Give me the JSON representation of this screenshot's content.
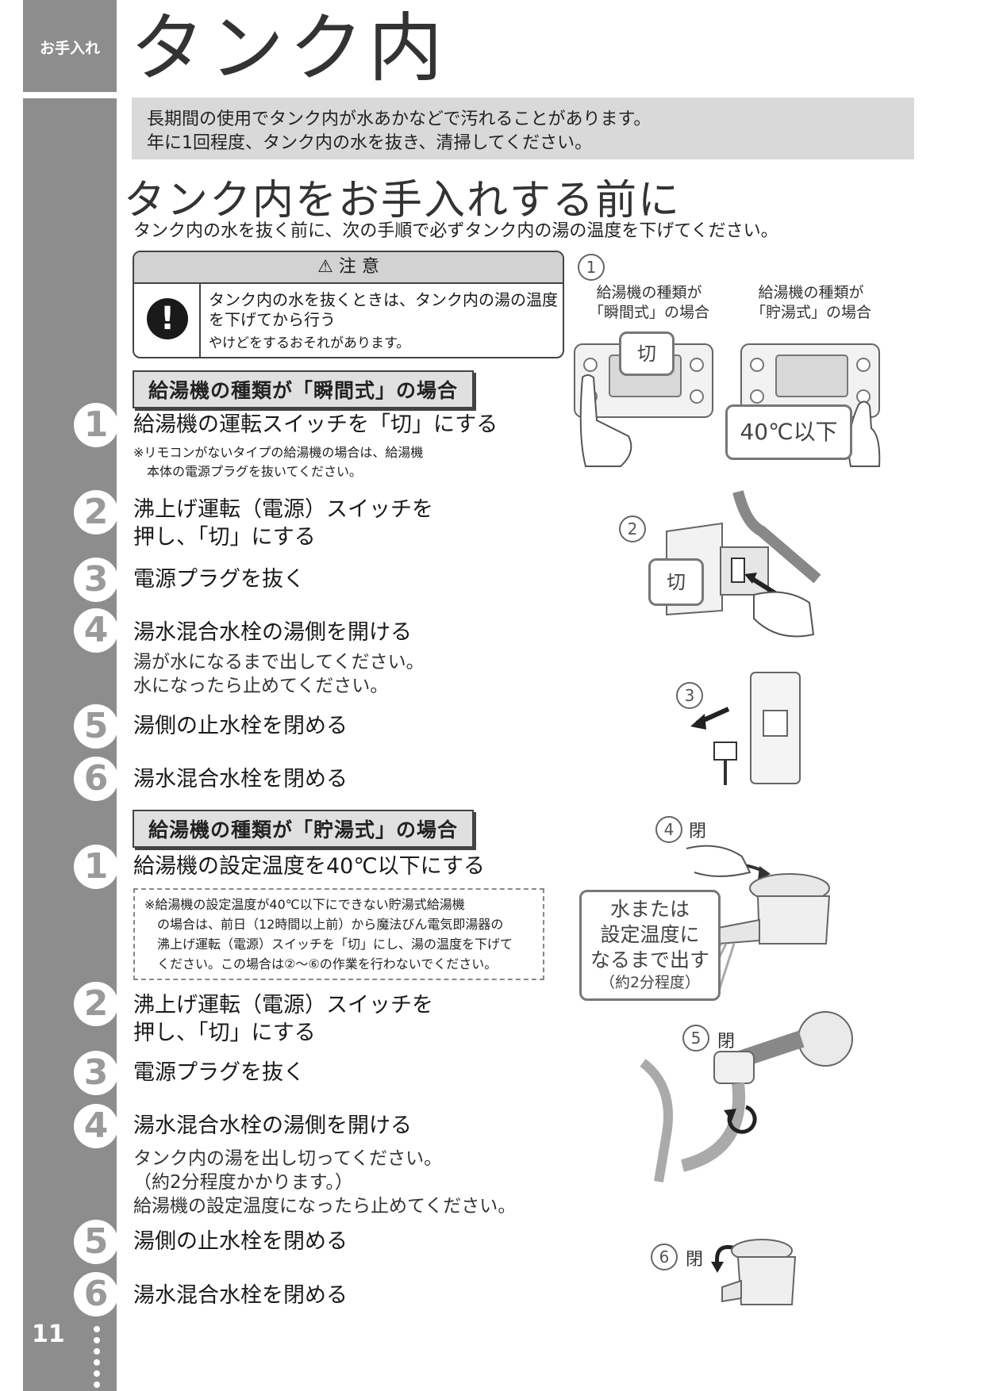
{
  "section_tag": "お手入れ",
  "page_title": "タンク内",
  "intro": {
    "line1": "長期間の使用でタンク内が水あかなどで汚れることがあります。",
    "line2": "年に1回程度、タンク内の水を抜き、清掃してください。"
  },
  "section": {
    "heading": "タンク内をお手入れする前に",
    "lead": "タンク内の水を抜く前に、次の手順で必ずタンク内の湯の温度を下げてください。"
  },
  "caution": {
    "title": "注 意",
    "main": "タンク内の水を抜くときは、タンク内の湯の温度を下げてから行う",
    "sub": "やけどをするおそれがあります。"
  },
  "instant": {
    "label": "給湯機の種類が「瞬間式」の場合",
    "steps": [
      {
        "num": "1",
        "main": "給湯機の運転スイッチを「切」にする",
        "note1": "※リモコンがないタイプの給湯機の場合は、給湯機",
        "note2": "本体の電源プラグを抜いてください。"
      },
      {
        "num": "2",
        "line1": "沸上げ運転（電源）スイッチを",
        "line2": "押し、「切」にする"
      },
      {
        "num": "3",
        "main": "電源プラグを抜く"
      },
      {
        "num": "4",
        "main": "湯水混合水栓の湯側を開ける",
        "sub1": "湯が水になるまで出してください。",
        "sub2": "水になったら止めてください。"
      },
      {
        "num": "5",
        "main": "湯側の止水栓を閉める"
      },
      {
        "num": "6",
        "main": "湯水混合水栓を閉める"
      }
    ]
  },
  "storage": {
    "label": "給湯機の種類が「貯湯式」の場合",
    "steps": [
      {
        "num": "1",
        "main": "給湯機の設定温度を40℃以下にする"
      },
      {
        "num": "2",
        "line1": "沸上げ運転（電源）スイッチを",
        "line2": "押し、「切」にする"
      },
      {
        "num": "3",
        "main": "電源プラグを抜く"
      },
      {
        "num": "4",
        "main": "湯水混合水栓の湯側を開ける",
        "sub1": "タンク内の湯を出し切ってください。",
        "sub2": "（約2分程度かかります。）",
        "sub3": "給湯機の設定温度になったら止めてください。"
      },
      {
        "num": "5",
        "main": "湯側の止水栓を閉める"
      },
      {
        "num": "6",
        "main": "湯水混合水栓を閉める"
      }
    ],
    "note": {
      "line1": "※給湯機の設定温度が40℃以下にできない貯湯式給湯機",
      "line2": "の場合は、前日（12時間以上前）から魔法びん電気即湯器の",
      "line3": "沸上げ運転（電源）スイッチを「切」にし、湯の温度を下げて",
      "line4": "ください。この場合は②～⑥の作業を行わないでください。"
    }
  },
  "illustrations": {
    "fig1": {
      "num": "1",
      "left_cap1": "給湯機の種類が",
      "left_cap2": "「瞬間式」の場合",
      "right_cap1": "給湯機の種類が",
      "right_cap2": "「貯湯式」の場合",
      "off_bubble": "切",
      "temp_bubble": "40℃以下"
    },
    "fig2": {
      "num": "2",
      "bubble": "切"
    },
    "fig3": {
      "num": "3"
    },
    "fig4": {
      "num": "4",
      "label": "閉",
      "b1": "水または",
      "b2": "設定温度に",
      "b3": "なるまで出す",
      "b4": "（約2分程度）"
    },
    "fig5": {
      "num": "5",
      "label": "閉"
    },
    "fig6": {
      "num": "6",
      "label": "閉"
    }
  },
  "page_number": "11"
}
